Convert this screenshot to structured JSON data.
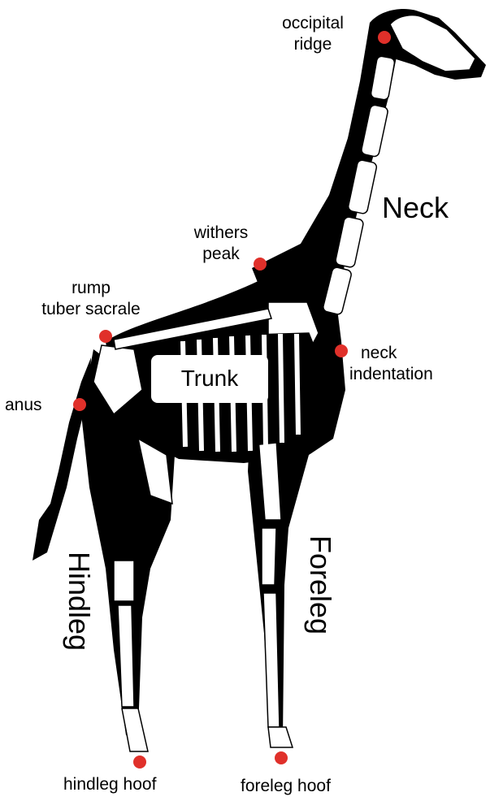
{
  "colors": {
    "silhouette": "#000000",
    "bone": "#ffffff",
    "landmark": "#e0302a"
  },
  "regions": {
    "neck": "Neck",
    "trunk": "Trunk",
    "hindleg": "Hindleg",
    "foreleg": "Foreleg"
  },
  "landmarks": {
    "occipital_ridge": [
      "occipital",
      "ridge"
    ],
    "withers_peak": [
      "withers",
      "peak"
    ],
    "rump_tuber_sacrale": [
      "rump",
      "tuber sacrale"
    ],
    "neck_indentation": [
      "neck",
      "indentation"
    ],
    "anus": "anus",
    "hindleg_hoof": "hindleg hoof",
    "foreleg_hoof": "foreleg hoof"
  }
}
